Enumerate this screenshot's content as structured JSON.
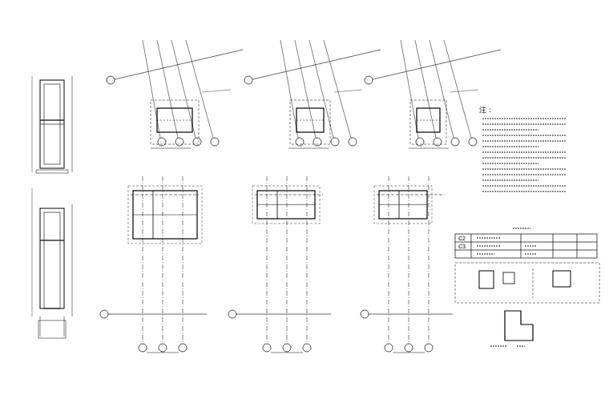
{
  "diagram": {
    "labels": [
      "注：",
      "C2",
      "C3"
    ]
  }
}
